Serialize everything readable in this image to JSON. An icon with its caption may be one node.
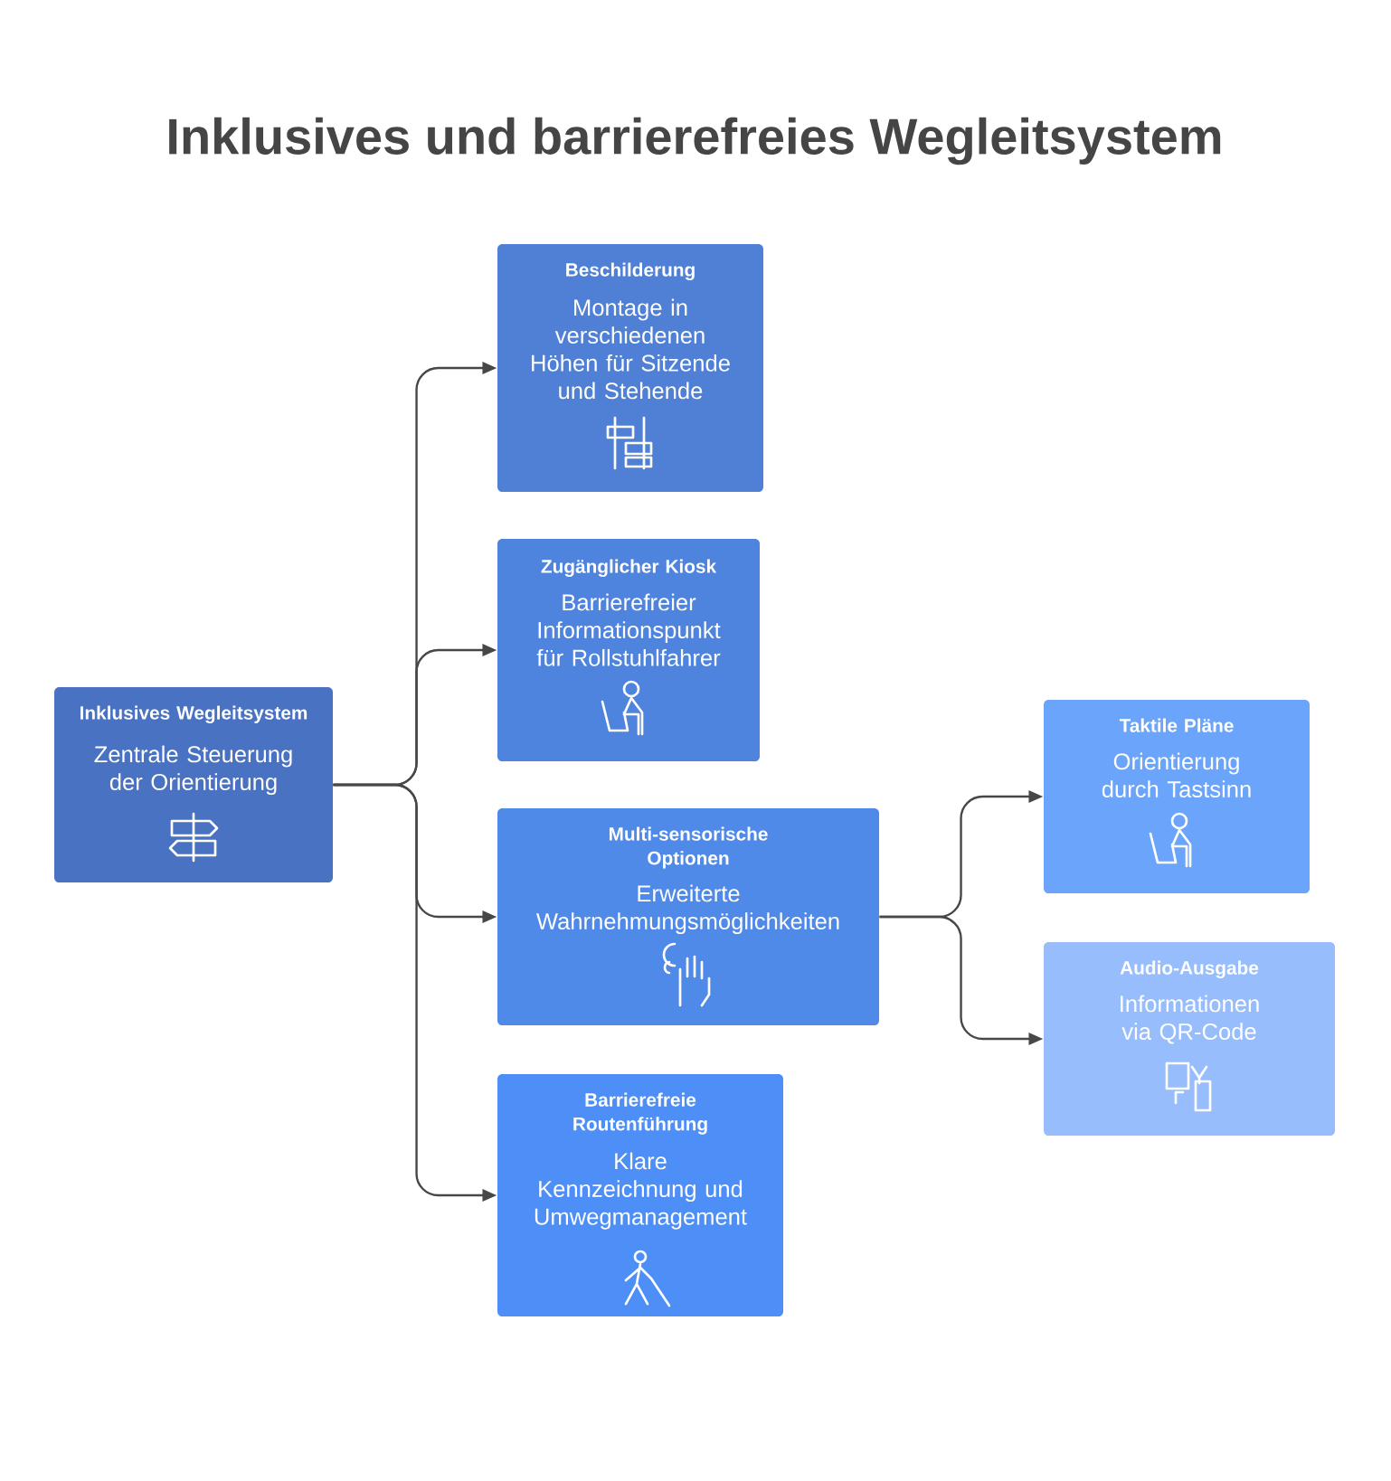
{
  "diagram": {
    "title": "Inklusives und barrierefreies Wegleitsystem",
    "nodes": [
      {
        "text": [
          "Inklusives Wegleitsystem",
          "Zentrale Steuerung der Orientierung"
        ]
      },
      {
        "text": [
          "Beschilderung",
          "Montage in verschiedenen Höhen für Sitzende und Stehende"
        ]
      },
      {
        "text": [
          "Zugänglicher Kiosk",
          "Barrierefreier Informationspunkt für Rollstuhlfahrer"
        ]
      },
      {
        "text": [
          "Multi-sensorische Optionen",
          "Erweiterte Wahrnehmungsmöglichkeiten"
        ]
      },
      {
        "text": [
          "Barrierefreie Routenführung",
          "Klare Kennzeichnung und Umwegmanagement"
        ]
      },
      {
        "text": [
          "Taktile Pläne",
          "Orientierung durch Tastsinn"
        ]
      },
      {
        "text": [
          "Audio-Ausgabe",
          "Informationen via QR-Code"
        ]
      }
    ],
    "edges": [
      {
        "from": 0,
        "to": 1,
        "arrow": "to"
      },
      {
        "from": 0,
        "to": 2,
        "arrow": "to"
      },
      {
        "from": 0,
        "to": 3,
        "arrow": "to"
      },
      {
        "from": 0,
        "to": 4,
        "arrow": "to"
      },
      {
        "from": 3,
        "to": 5,
        "arrow": "to"
      },
      {
        "from": 3,
        "to": 6,
        "arrow": "to"
      }
    ]
  }
}
